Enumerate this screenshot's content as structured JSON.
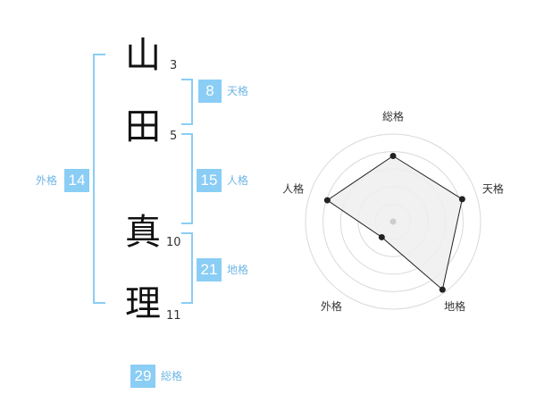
{
  "name": {
    "chars": [
      {
        "char": "山",
        "strokes": "3"
      },
      {
        "char": "田",
        "strokes": "5"
      },
      {
        "char": "真",
        "strokes": "10"
      },
      {
        "char": "理",
        "strokes": "11"
      }
    ]
  },
  "scores": {
    "tenkaku": {
      "value": "8",
      "label": "天格"
    },
    "jinkaku": {
      "value": "15",
      "label": "人格"
    },
    "chikaku": {
      "value": "21",
      "label": "地格"
    },
    "gaikaku": {
      "value": "14",
      "label": "外格"
    },
    "soukaku": {
      "value": "29",
      "label": "総格"
    }
  },
  "colors": {
    "accent": "#8acdf5",
    "label": "#6fb6e4",
    "radar_fill": "#efefef",
    "radar_line": "#222222"
  },
  "chart_data": {
    "type": "radar",
    "axes": [
      "総格",
      "天格",
      "地格",
      "外格",
      "人格"
    ],
    "values": [
      0.75,
      0.83,
      0.96,
      0.22,
      0.79
    ],
    "rmax": 1,
    "rings": 5
  }
}
